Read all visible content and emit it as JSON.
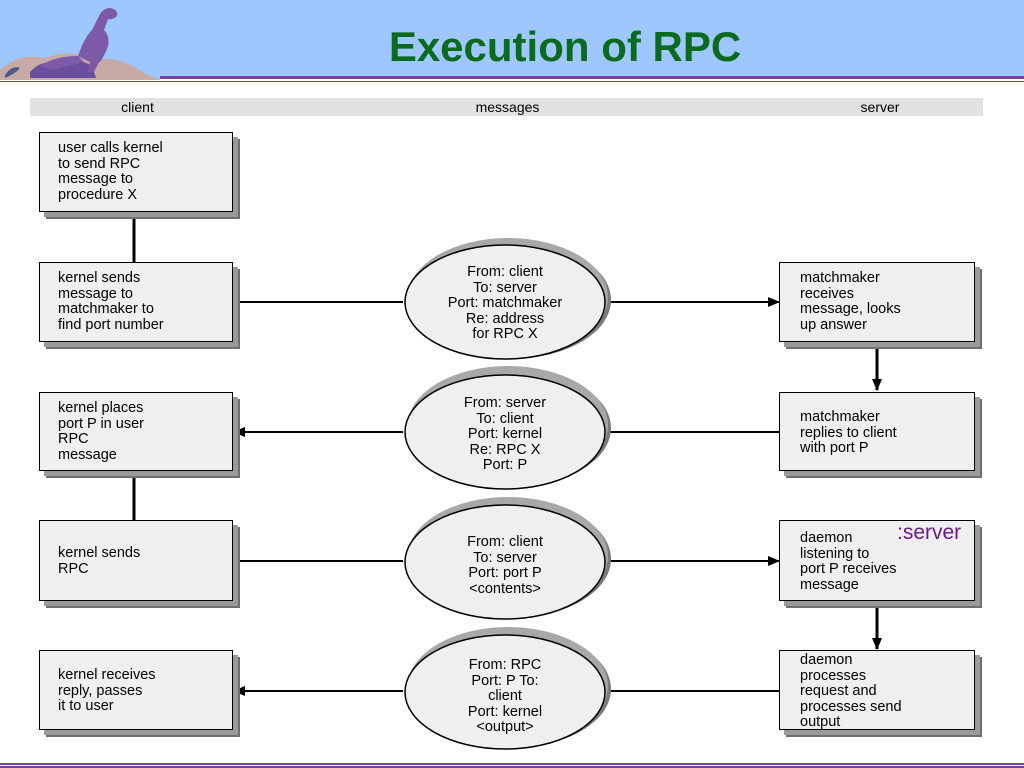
{
  "title": "Execution of RPC",
  "columns": {
    "client": "client",
    "messages": "messages",
    "server": "server"
  },
  "client_boxes": [
    {
      "text": "user calls kernel\nto send RPC\nmessage to\nprocedure X"
    },
    {
      "text": "kernel sends\nmessage to\nmatchmaker to\nfind port number"
    },
    {
      "text": "kernel places\nport P in user\nRPC\nmessage"
    },
    {
      "text": "kernel sends\nRPC"
    },
    {
      "text": "kernel receives\nreply, passes\n it to user"
    }
  ],
  "messages": [
    {
      "text": "From: client\nTo: server\nPort: matchmaker\nRe: address\n     for RPC X"
    },
    {
      "text": "From: server\nTo: client\nPort: kernel\nRe: RPC X\nPort: P"
    },
    {
      "text": "From: client\nTo: server\nPort: port P\n<contents>"
    },
    {
      "text": "From: RPC\nPort: P To:\nclient\nPort: kernel\n<output>"
    }
  ],
  "server_boxes": [
    {
      "text": "matchmaker\nreceives\nmessage, looks\nup answer"
    },
    {
      "text": "matchmaker\nreplies to client\nwith port P"
    },
    {
      "text": "daemon\nlistening to\nport P receives\nmessage"
    },
    {
      "text": "daemon\nprocesses\nrequest and\nprocesses send\noutput"
    }
  ],
  "annotation": ":server"
}
